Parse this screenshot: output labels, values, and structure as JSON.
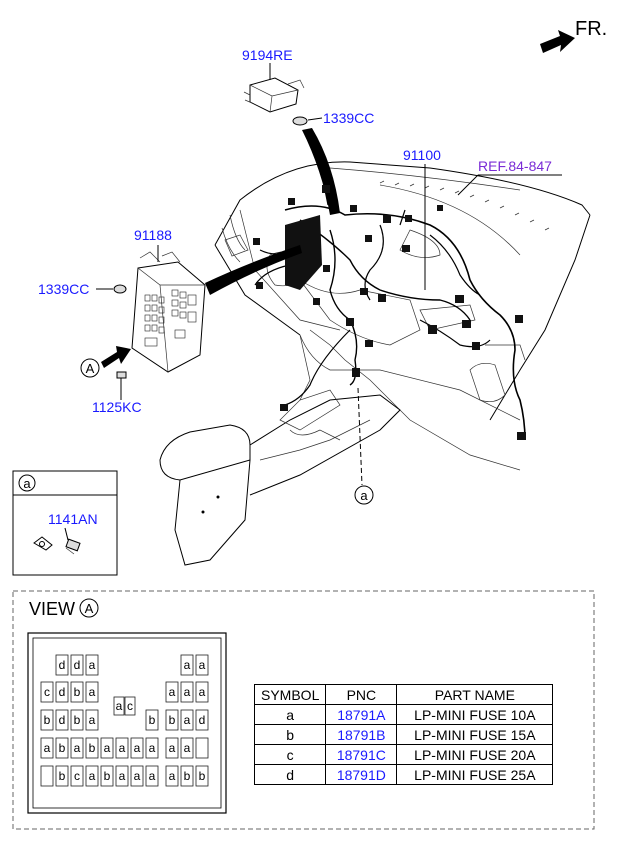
{
  "direction": {
    "label": "FR."
  },
  "callouts": {
    "module_9194re": "9194RE",
    "nut_top": "1339CC",
    "harness_91100": "91100",
    "ref": "REF.84-847",
    "junction_91188": "91188",
    "nut_left": "1339CC",
    "bolt_1125kc": "1125KC",
    "view_marker": "A",
    "detail_marker_main": "a"
  },
  "detail_box": {
    "marker": "a",
    "part": "1141AN"
  },
  "view": {
    "title": "VIEW",
    "marker": "A"
  },
  "fuse_grid": [
    [
      "",
      "d",
      "d",
      "a",
      "",
      "",
      "",
      "",
      "",
      "a",
      "a"
    ],
    [
      "c",
      "d",
      "b",
      "a",
      "",
      "",
      "",
      "",
      "a",
      "a",
      "a"
    ],
    [
      "b",
      "d",
      "b",
      "a",
      "",
      "",
      "",
      "b",
      "b",
      "a",
      "d"
    ],
    [
      "a",
      "b",
      "a",
      "b",
      "a",
      "a",
      "a",
      "a",
      "a",
      "a",
      ""
    ],
    [
      "",
      "b",
      "c",
      "a",
      "b",
      "a",
      "a",
      "a",
      "a",
      "b",
      "b"
    ]
  ],
  "center_fuses": [
    "a",
    "c"
  ],
  "parts_table": {
    "headers": [
      "SYMBOL",
      "PNC",
      "PART NAME"
    ],
    "rows": [
      {
        "symbol": "a",
        "pnc": "18791A",
        "name": "LP-MINI FUSE 10A"
      },
      {
        "symbol": "b",
        "pnc": "18791B",
        "name": "LP-MINI FUSE 15A"
      },
      {
        "symbol": "c",
        "pnc": "18791C",
        "name": "LP-MINI FUSE 20A"
      },
      {
        "symbol": "d",
        "pnc": "18791D",
        "name": "LP-MINI FUSE 25A"
      }
    ]
  },
  "colors": {
    "callout": "#1a1aff",
    "ref": "#7a2bd6"
  }
}
